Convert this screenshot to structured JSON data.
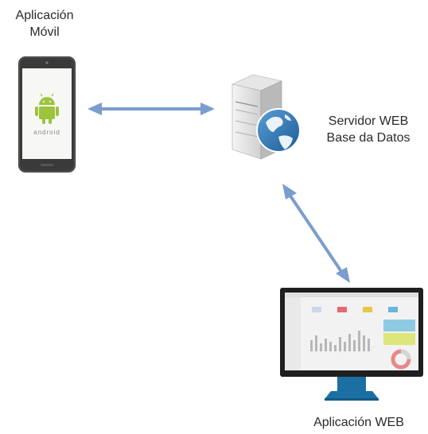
{
  "nodes": {
    "mobile": {
      "line1": "Aplicación",
      "line2": "Móvil"
    },
    "server": {
      "line1": "Servidor WEB",
      "line2": "Base da Datos"
    },
    "web": {
      "label": "Aplicación WEB"
    }
  },
  "phone_screen": {
    "brand": "android"
  },
  "colors": {
    "arrow": "#7b9dd0",
    "android_green": "#9cc43c",
    "phone_body": "#3a3a3a",
    "monitor_frame": "#1f1f1f",
    "monitor_stand": "#1b6fa3"
  },
  "icons": [
    "android-phone-icon",
    "server-globe-icon",
    "monitor-dashboard-icon"
  ]
}
